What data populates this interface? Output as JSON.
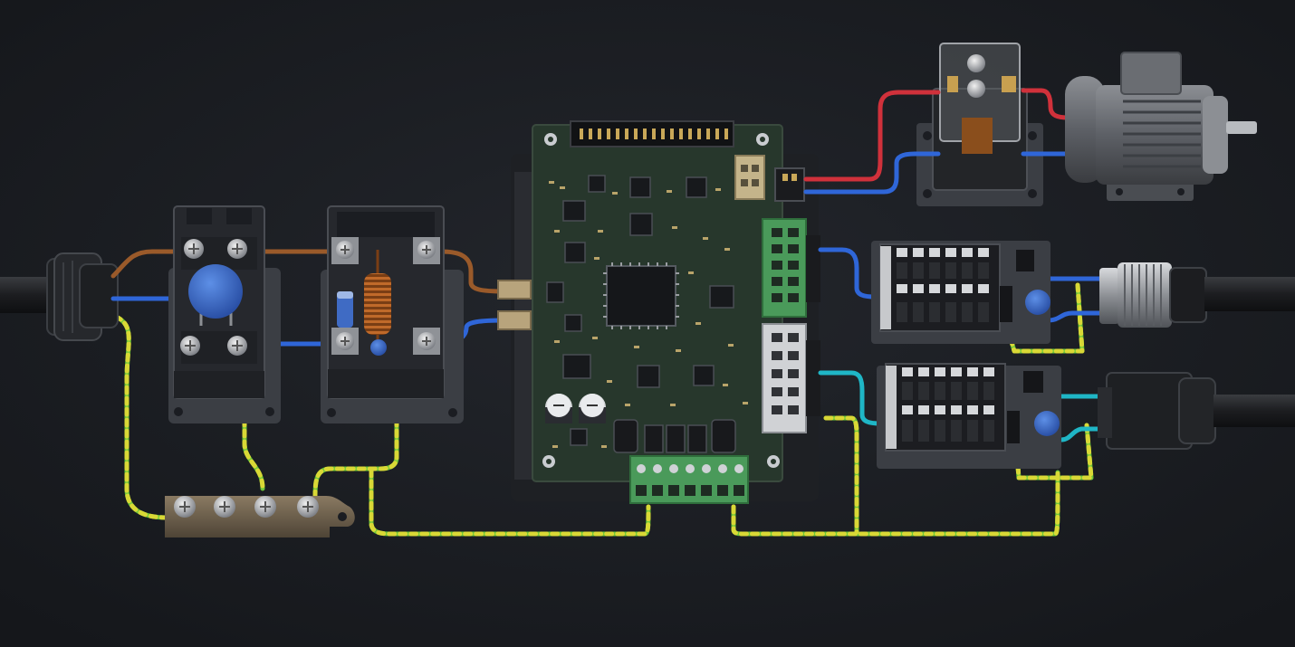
{
  "scene": {
    "background": "#1b1d22",
    "wire_colors": {
      "brown": "#9a5a2a",
      "blue": "#2f66d8",
      "red": "#d0313b",
      "cyan": "#1fb6c6",
      "earth_green": "#6cc63a",
      "earth_yellow": "#d9d836"
    },
    "components": [
      "mains-cable",
      "cable-gland",
      "varistor-block",
      "filter-block",
      "earth-busbar",
      "control-board",
      "relay",
      "ac-motor",
      "output-terminal-block-upper",
      "output-terminal-block-lower",
      "metal-connector",
      "d-sub-connector",
      "output-cable-upper",
      "output-cable-lower"
    ],
    "board_color": "#27372c",
    "terminal_green": "#4a9a5a"
  }
}
